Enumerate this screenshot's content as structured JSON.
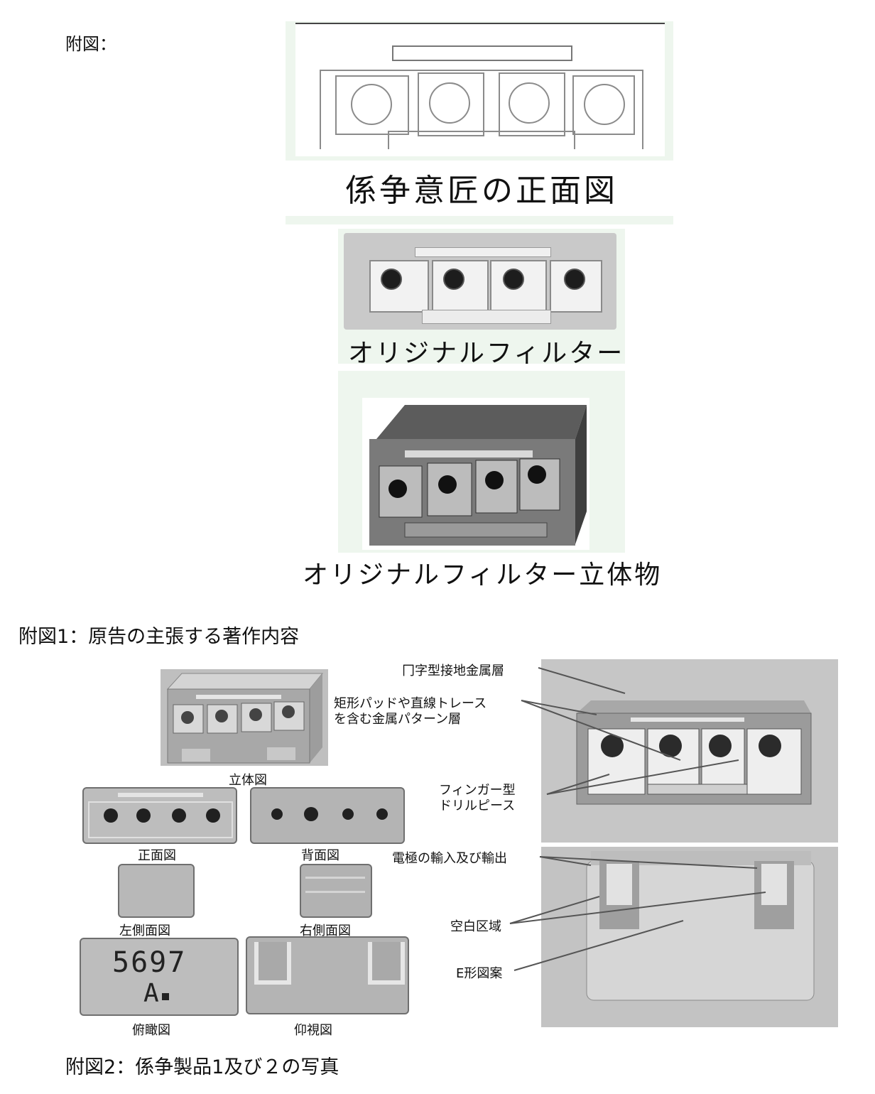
{
  "header": {
    "label": "附図："
  },
  "top": {
    "front_view_caption": "係争意匠の正面図",
    "original_filter_caption": "オリジナルフィルター",
    "original_filter_3d_caption": "オリジナルフィルター立体物"
  },
  "fig1": {
    "title": "附図1：原告の主張する著作内容"
  },
  "views": {
    "perspective": "立体図",
    "front": "正面図",
    "back": "背面図",
    "left": "左側面図",
    "right": "右側面図",
    "top": "俯瞰図",
    "bottom": "仰視図",
    "marking_line1": "5697",
    "marking_line2": "A"
  },
  "callouts": {
    "ground_layer": "冂字型接地金属層",
    "pattern_layer_line1": "矩形パッドや直線トレース",
    "pattern_layer_line2": "を含む金属パターン層",
    "finger_line1": "フィンガー型",
    "finger_line2": "ドリルピース",
    "electrode_io": "電極の輸入及び輸出",
    "blank_area": "空白区域",
    "e_pattern": "E形図案"
  },
  "fig2": {
    "title": "附図2：係争製品1及び２の写真"
  }
}
